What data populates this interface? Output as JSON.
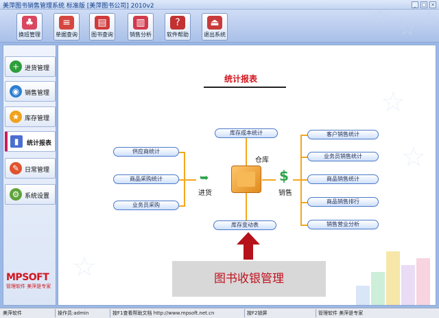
{
  "window": {
    "title": "美萍图书销售管理系统 标准版 [美萍图书公司] 2010v2",
    "controls": [
      "_",
      "□",
      "×"
    ]
  },
  "toolbar": {
    "buttons": [
      {
        "label": "换班管理",
        "icon": "shift-icon",
        "color": "#d9465f"
      },
      {
        "label": "单据查询",
        "icon": "receipt-icon",
        "color": "#d4473e"
      },
      {
        "label": "图书查询",
        "icon": "book-icon",
        "color": "#cf3b3b"
      },
      {
        "label": "销售分析",
        "icon": "chart-icon",
        "color": "#d13a4d"
      },
      {
        "label": "软件帮助",
        "icon": "help-icon",
        "color": "#c23232"
      },
      {
        "label": "退出系统",
        "icon": "exit-icon",
        "color": "#c93a3a"
      }
    ]
  },
  "sidebar": {
    "items": [
      {
        "label": "进货管理",
        "icon": "plus-icon",
        "color": "#2e9e3a"
      },
      {
        "label": "销售管理",
        "icon": "globe-icon",
        "color": "#2b7fd3"
      },
      {
        "label": "库存管理",
        "icon": "star-icon",
        "color": "#f0a21b"
      },
      {
        "label": "统计报表",
        "icon": "bar-chart-icon",
        "color": "#4a6fd1",
        "active": true
      },
      {
        "label": "日常管理",
        "icon": "daily-icon",
        "color": "#e0532c"
      },
      {
        "label": "系统设置",
        "icon": "gear-icon",
        "color": "#5fa33a"
      }
    ],
    "logo_text": "MPSOFT",
    "logo_tag": "管理软件 美萍是专家"
  },
  "main": {
    "title": "统计报表",
    "left_reports": [
      "供应商统计",
      "商品采购统计",
      "业务员采购"
    ],
    "center_top": "库存成本统计",
    "center_bottom": "库存变动表",
    "warehouse_label": "仓库",
    "purchase_label": "进货",
    "sales_label": "销售",
    "right_reports": [
      "客户销售统计",
      "业务员销售统计",
      "商品销售统计",
      "商品销售排行",
      "销售营业分析"
    ],
    "overlay_caption": "图书收银管理"
  },
  "statusbar": {
    "app": "美萍软件",
    "operator": "操作员:admin",
    "help_hint": "按F1查看帮助文档 http://www.mpsoft.net.cn",
    "lock_hint": "按F2锁屏",
    "slogan": "管理软件 美萍是专家"
  }
}
